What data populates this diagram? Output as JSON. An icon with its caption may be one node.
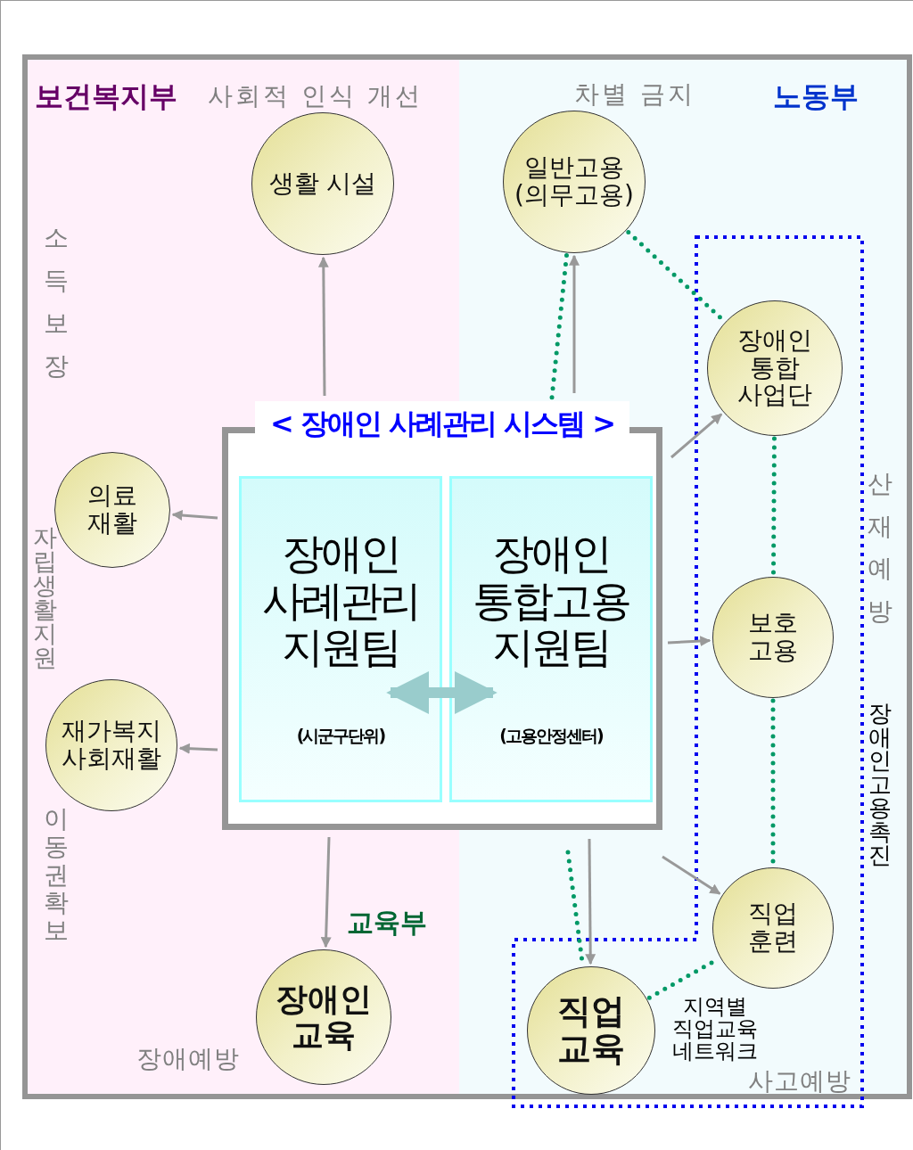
{
  "diagram": {
    "nodes": [
      {
        "text": [
          "< 장애인 사례관리 시스템 >"
        ]
      },
      {
        "text": [
          "장애인 사례관리 지원팀",
          "(시군구단위)"
        ],
        "in": 0
      },
      {
        "text": [
          "장애인 통합고용 지원팀",
          "(고용안정센터)"
        ],
        "in": 0
      },
      {
        "text": [
          "생활 시설"
        ]
      },
      {
        "text": [
          "일반고용 (의무고용)"
        ]
      },
      {
        "text": [
          "장애인 통합 사업단"
        ]
      },
      {
        "text": [
          "의료 재활"
        ]
      },
      {
        "text": [
          "보호 고용"
        ]
      },
      {
        "text": [
          "재가복지 사회재활"
        ]
      },
      {
        "text": [
          "직업 훈련"
        ]
      },
      {
        "text": [
          "장애인 교육"
        ]
      },
      {
        "text": [
          "직업 교육"
        ]
      }
    ],
    "edges": [
      {
        "from": 0,
        "to": 3,
        "arrow": "to"
      },
      {
        "from": 0,
        "to": 4,
        "arrow": "to"
      },
      {
        "from": 0,
        "to": 5,
        "arrow": "to"
      },
      {
        "from": 0,
        "to": 6,
        "arrow": "to"
      },
      {
        "from": 0,
        "to": 7,
        "arrow": "to"
      },
      {
        "from": 0,
        "to": 8,
        "arrow": "to"
      },
      {
        "from": 0,
        "to": 9,
        "arrow": "to"
      },
      {
        "from": 0,
        "to": 10,
        "arrow": "to"
      },
      {
        "from": 0,
        "to": 11,
        "arrow": "to"
      },
      {
        "from": 1,
        "to": 2,
        "arrow": "both",
        "style": "thick",
        "color": "#99cccc"
      },
      {
        "from": 4,
        "to": 0,
        "arrow": "none",
        "style": "dashed",
        "color": "#009966"
      },
      {
        "from": 4,
        "to": 5,
        "arrow": "none",
        "style": "dashed",
        "color": "#009966"
      },
      {
        "from": 5,
        "to": 7,
        "arrow": "none",
        "style": "dashed",
        "color": "#009966"
      },
      {
        "from": 7,
        "to": 9,
        "arrow": "none",
        "style": "dashed",
        "color": "#009966"
      },
      {
        "from": 0,
        "to": 11,
        "arrow": "none",
        "style": "dashed",
        "color": "#009966"
      },
      {
        "from": 11,
        "to": 9,
        "arrow": "none",
        "style": "dashed",
        "color": "#009966",
        "label": "지역별 직업교육 네트워크"
      }
    ],
    "labels": [
      "보건복지부",
      "사회적 인식 개선",
      "차별 금지",
      "노동부",
      "소득보장",
      "자립생활지원",
      "산재예방",
      "장애인고용촉진",
      "이동권 확보",
      "교육부",
      "장애예방",
      "사고예방"
    ]
  }
}
